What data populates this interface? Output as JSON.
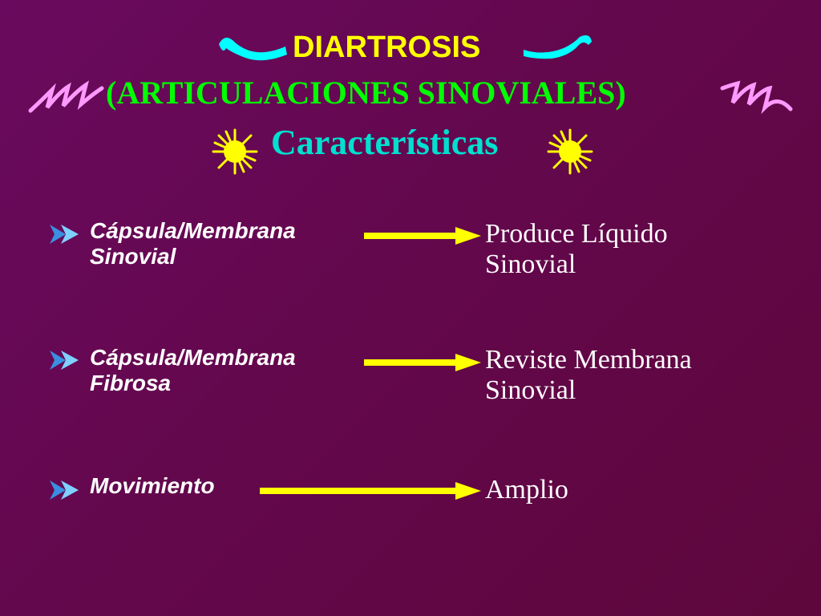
{
  "title": {
    "main": "DIARTROSIS",
    "sub": "(ARTICULACIONES SINOVIALES)",
    "section": "Características"
  },
  "rows": [
    {
      "left_line1": "Cápsula/Membrana",
      "left_line2": "Sinovial",
      "right_line1": "Produce Líquido",
      "right_line2": "Sinovial"
    },
    {
      "left_line1": "Cápsula/Membrana",
      "left_line2": "Fibrosa",
      "right_line1": "Reviste Membrana",
      "right_line2": "Sinovial"
    },
    {
      "left_line1": "Movimiento",
      "left_line2": "",
      "right_line1": "Amplio",
      "right_line2": ""
    }
  ],
  "colors": {
    "background": "#66094f",
    "title_main": "#ffff00",
    "title_sub": "#00ff00",
    "section": "#00e0d0",
    "arrow": "#ffff00",
    "bullet": "#4fb3ff",
    "deco": "#00ffff",
    "sub_deco": "#ff99ff",
    "sun": "#ffff00"
  },
  "icons": [
    "squiggle-icon",
    "sparkle-scribble-icon",
    "sun-burst-icon",
    "bullet-arrow-icon",
    "right-arrow-icon"
  ]
}
